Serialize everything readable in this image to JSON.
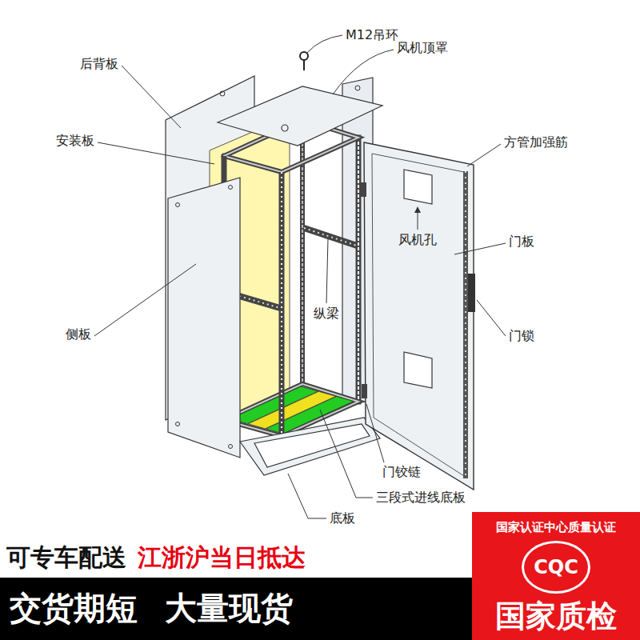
{
  "diagram": {
    "nodes": [
      {
        "text": [
          "交货期短",
          "大量现货"
        ]
      },
      {
        "text": [
          "国家认证中心质量认证",
          "CQC",
          "国家质检"
        ]
      }
    ],
    "labels": [
      "M12吊环",
      "后背板",
      "风机顶罩",
      "安装板",
      "方管加强筋",
      "风机孔",
      "门板",
      "纵梁",
      "侧板",
      "门锁",
      "门铰链",
      "三段式进线底板",
      "底板",
      "可专车配送",
      "江浙沪当日抵达"
    ]
  }
}
